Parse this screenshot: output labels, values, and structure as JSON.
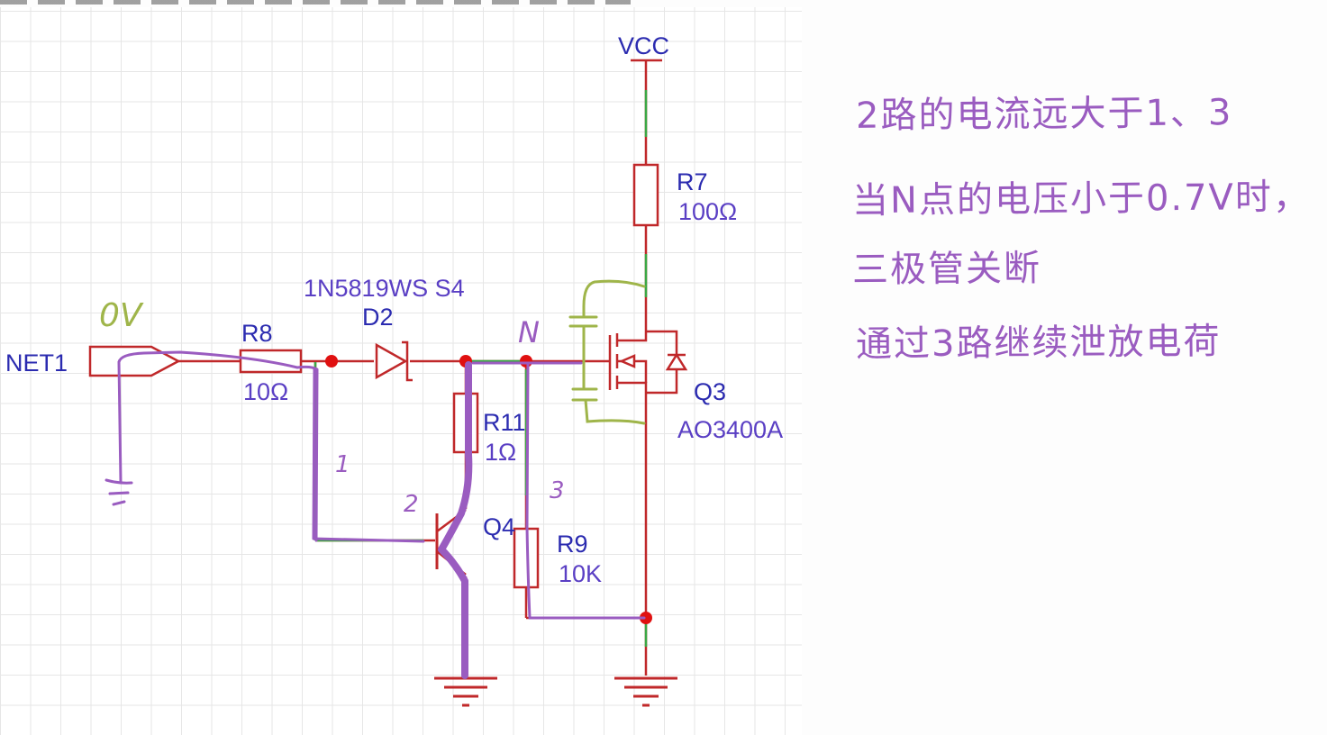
{
  "schematic": {
    "power": {
      "vcc": "VCC"
    },
    "net_label": "NET1",
    "annotation_input_voltage": "0V",
    "annotation_node": "N",
    "components": {
      "r8": {
        "ref": "R8",
        "value": "10Ω"
      },
      "d2": {
        "ref": "D2",
        "part": "1N5819WS S4"
      },
      "r7": {
        "ref": "R7",
        "value": "100Ω"
      },
      "r11": {
        "ref": "R11",
        "value": "1Ω"
      },
      "r9": {
        "ref": "R9",
        "value": "10K"
      },
      "q3": {
        "ref": "Q3",
        "part": "AO3400A"
      },
      "q4": {
        "ref": "Q4"
      }
    },
    "path_labels": {
      "path1": "1",
      "path2": "2",
      "path3": "3"
    },
    "colors": {
      "wire": "#c0282a",
      "wire_segment": "#3aa845",
      "junction": "#e01010",
      "label_text": "#2b2bb0",
      "value_text": "#5a3fc4",
      "pen_purple": "#9a5cc0",
      "pen_olive": "#9fb54a"
    }
  },
  "notes": {
    "line1": "2路的电流远大于1、3",
    "line2": "当N点的电压小于0.7V时，",
    "line3": "三极管关断",
    "line4": "通过3路继续泄放电荷"
  }
}
